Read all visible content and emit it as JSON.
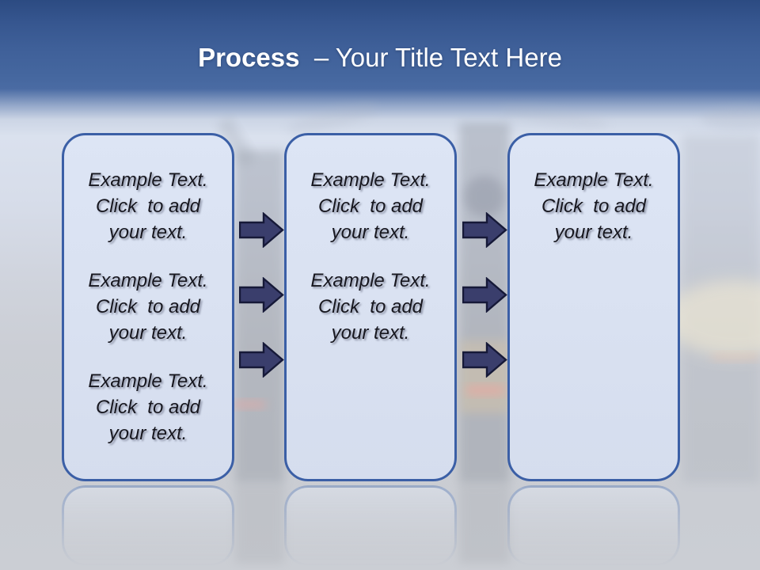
{
  "title": {
    "keyword": "Process",
    "rest": " – Your Title Text Here"
  },
  "boxes": [
    {
      "name": "step-1",
      "paragraphs": [
        {
          "lines": [
            "Example Text.",
            "Click  to add",
            "your text."
          ]
        },
        {
          "lines": [
            "Example Text.",
            "Click  to add",
            "your text."
          ]
        },
        {
          "lines": [
            "Example Text.",
            "Click  to add",
            "your text."
          ]
        }
      ]
    },
    {
      "name": "step-2",
      "paragraphs": [
        {
          "lines": [
            "Example Text.",
            "Click  to add",
            "your text."
          ]
        },
        {
          "lines": [
            "Example Text.",
            "Click  to add",
            "your text."
          ]
        }
      ]
    },
    {
      "name": "step-3",
      "paragraphs": [
        {
          "lines": [
            "Example Text.",
            "Click  to add",
            "your text."
          ]
        }
      ]
    }
  ],
  "icons": {
    "arrow": "right-block-arrow"
  },
  "colors": {
    "header_blue_top": "#2c4b82",
    "header_blue_mid": "#45679f",
    "box_fill": "#dbe3f3",
    "box_border": "#3b5fa6",
    "arrow_fill": "#3a3e6c",
    "arrow_outline": "#161938",
    "body_text": "#17171f",
    "title_text": "#ffffff"
  }
}
